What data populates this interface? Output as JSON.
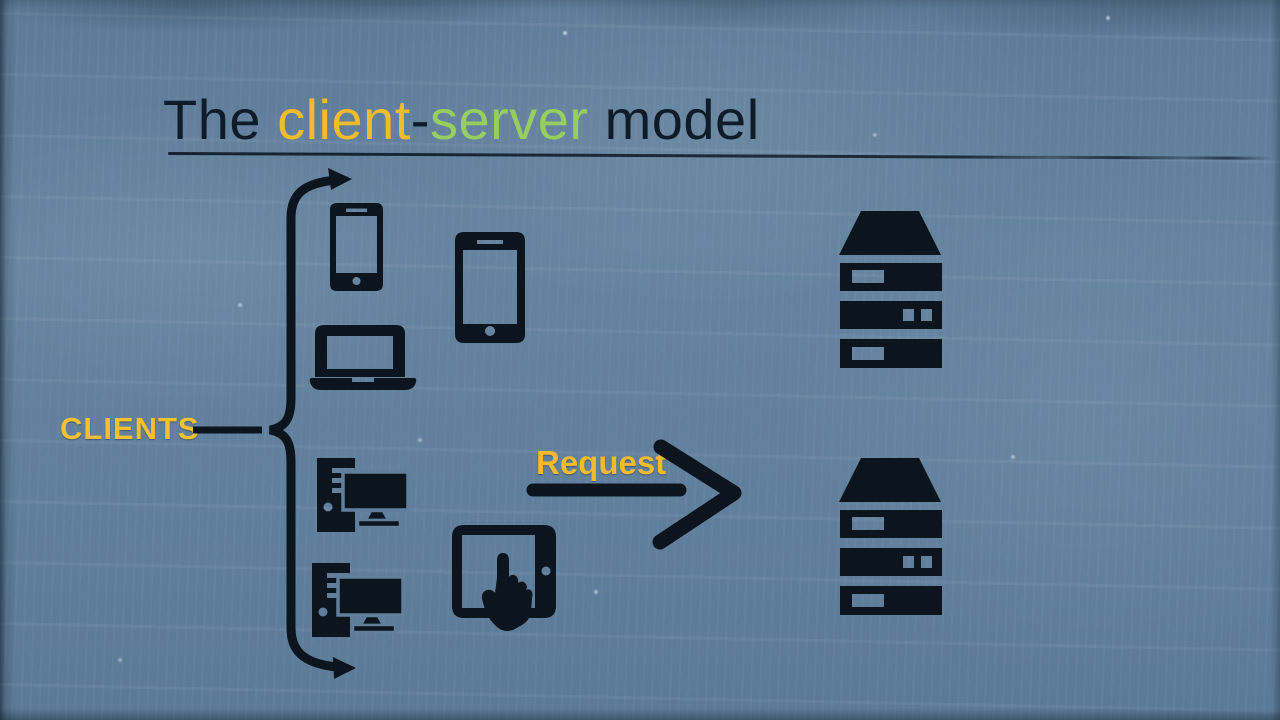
{
  "slide": {
    "title": {
      "the": "The ",
      "client": "client",
      "hyphen": "-",
      "server": "server",
      "model": " model"
    },
    "clients_label": "CLIENTS",
    "request_label": "Request",
    "colors": {
      "background": "#5f7f9c",
      "ink": "#0c141d",
      "title_dark": "#0e1b28",
      "accent_yellow": "#f2bb2b",
      "accent_green": "#96ce62"
    },
    "icons": [
      {
        "name": "smartphone-icon"
      },
      {
        "name": "mobile-phone-icon"
      },
      {
        "name": "laptop-icon"
      },
      {
        "name": "desktop-computer-icon"
      },
      {
        "name": "desktop-computer-icon-2"
      },
      {
        "name": "tablet-touch-icon"
      },
      {
        "name": "touch-hand-icon"
      },
      {
        "name": "server-icon"
      },
      {
        "name": "server-icon-2"
      },
      {
        "name": "clients-brace-arrow"
      },
      {
        "name": "request-arrow"
      }
    ]
  }
}
